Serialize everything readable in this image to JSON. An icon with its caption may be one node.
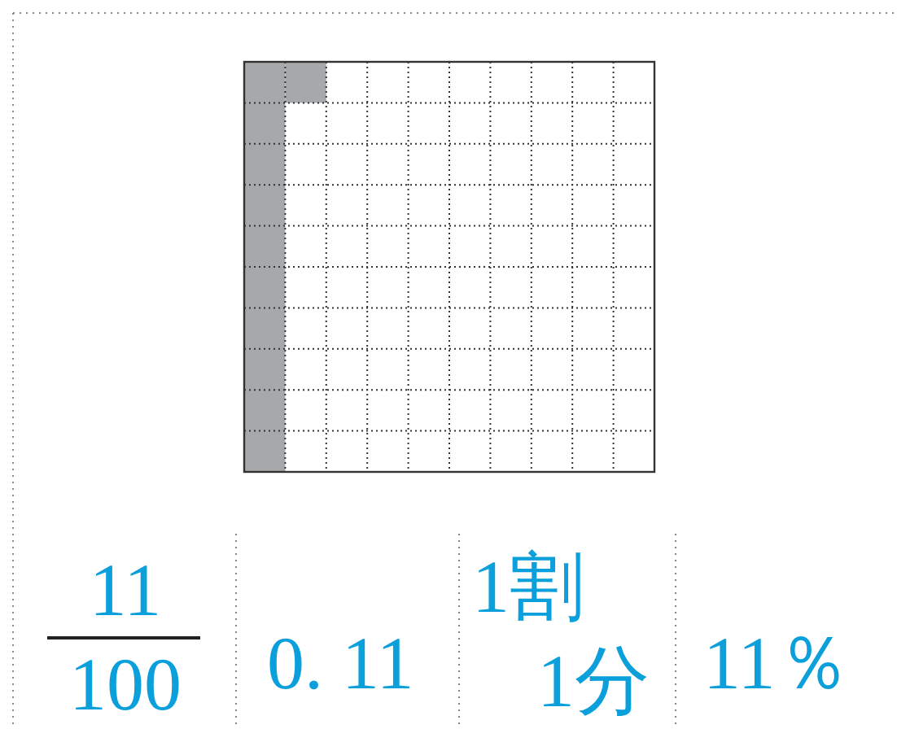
{
  "diagram": {
    "labels": [
      "11",
      "100",
      "0. 11",
      "1割",
      "1分",
      "11％"
    ]
  }
}
